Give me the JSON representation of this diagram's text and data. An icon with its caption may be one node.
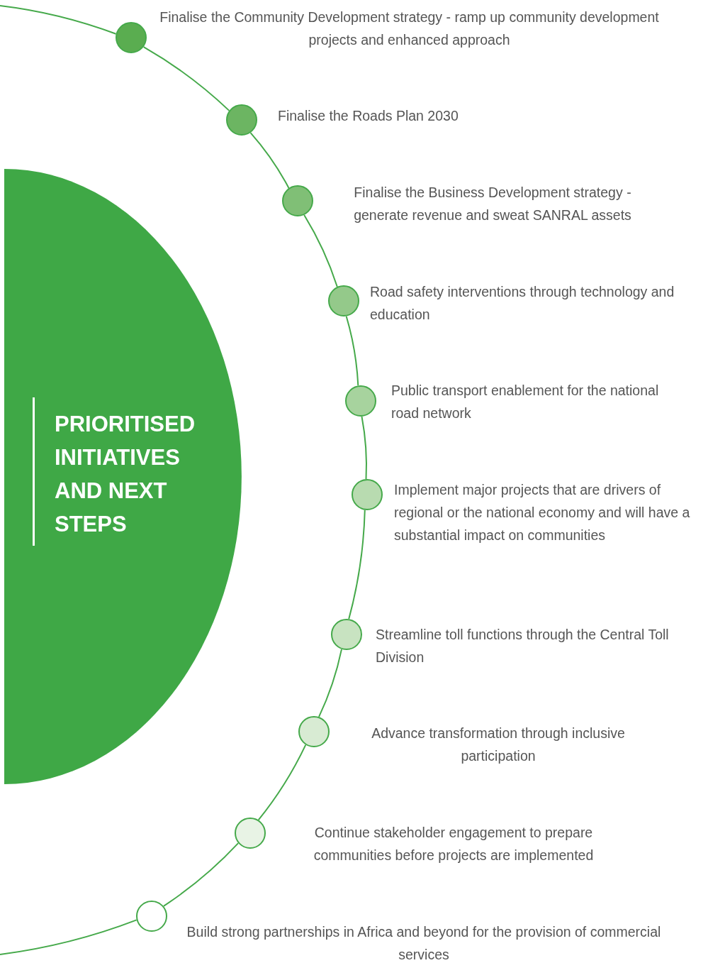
{
  "diagram": {
    "nodes": [
      {
        "text": [
          "PRIORITISED INITIATIVES AND NEXT STEPS"
        ]
      },
      {
        "text": [],
        "shape": "circle",
        "beside": [
          "Finalise the Community Development strategy - ramp up community development projects and enhanced approach"
        ]
      },
      {
        "text": [],
        "shape": "circle",
        "beside": [
          "Finalise the Roads Plan 2030"
        ]
      },
      {
        "text": [],
        "shape": "circle",
        "beside": [
          "Finalise the Business Development strategy - generate revenue and sweat SANRAL assets"
        ]
      },
      {
        "text": [],
        "shape": "circle",
        "beside": [
          "Road safety interventions through technology and education"
        ]
      },
      {
        "text": [],
        "shape": "circle",
        "beside": [
          "Public transport enablement for the national road network"
        ]
      },
      {
        "text": [],
        "shape": "circle",
        "beside": [
          "Implement major projects that are drivers of regional or the national economy and will have a substantial impact on communities"
        ]
      },
      {
        "text": [],
        "shape": "circle",
        "beside": [
          "Streamline toll functions through the Central Toll Division"
        ]
      },
      {
        "text": [],
        "shape": "circle",
        "beside": [
          "Advance transformation through inclusive participation"
        ]
      },
      {
        "text": [],
        "shape": "circle",
        "beside": [
          "Continue stakeholder engagement to prepare communities before projects are implemented"
        ]
      },
      {
        "text": [],
        "shape": "circle",
        "beside": [
          "Build strong partnerships in Africa and beyond for the provision of commercial services"
        ]
      }
    ],
    "edges": [
      {
        "from": null,
        "to": 1,
        "arrow": "none"
      },
      {
        "from": 1,
        "to": 2,
        "arrow": "none"
      },
      {
        "from": 2,
        "to": 3,
        "arrow": "none"
      },
      {
        "from": 3,
        "to": 4,
        "arrow": "none"
      },
      {
        "from": 4,
        "to": 5,
        "arrow": "none"
      },
      {
        "from": 5,
        "to": 6,
        "arrow": "none"
      },
      {
        "from": 6,
        "to": 7,
        "arrow": "none"
      },
      {
        "from": 7,
        "to": 8,
        "arrow": "none"
      },
      {
        "from": 8,
        "to": 9,
        "arrow": "none"
      },
      {
        "from": 9,
        "to": 10,
        "arrow": "none"
      },
      {
        "from": 10,
        "to": null,
        "arrow": "none"
      }
    ]
  }
}
